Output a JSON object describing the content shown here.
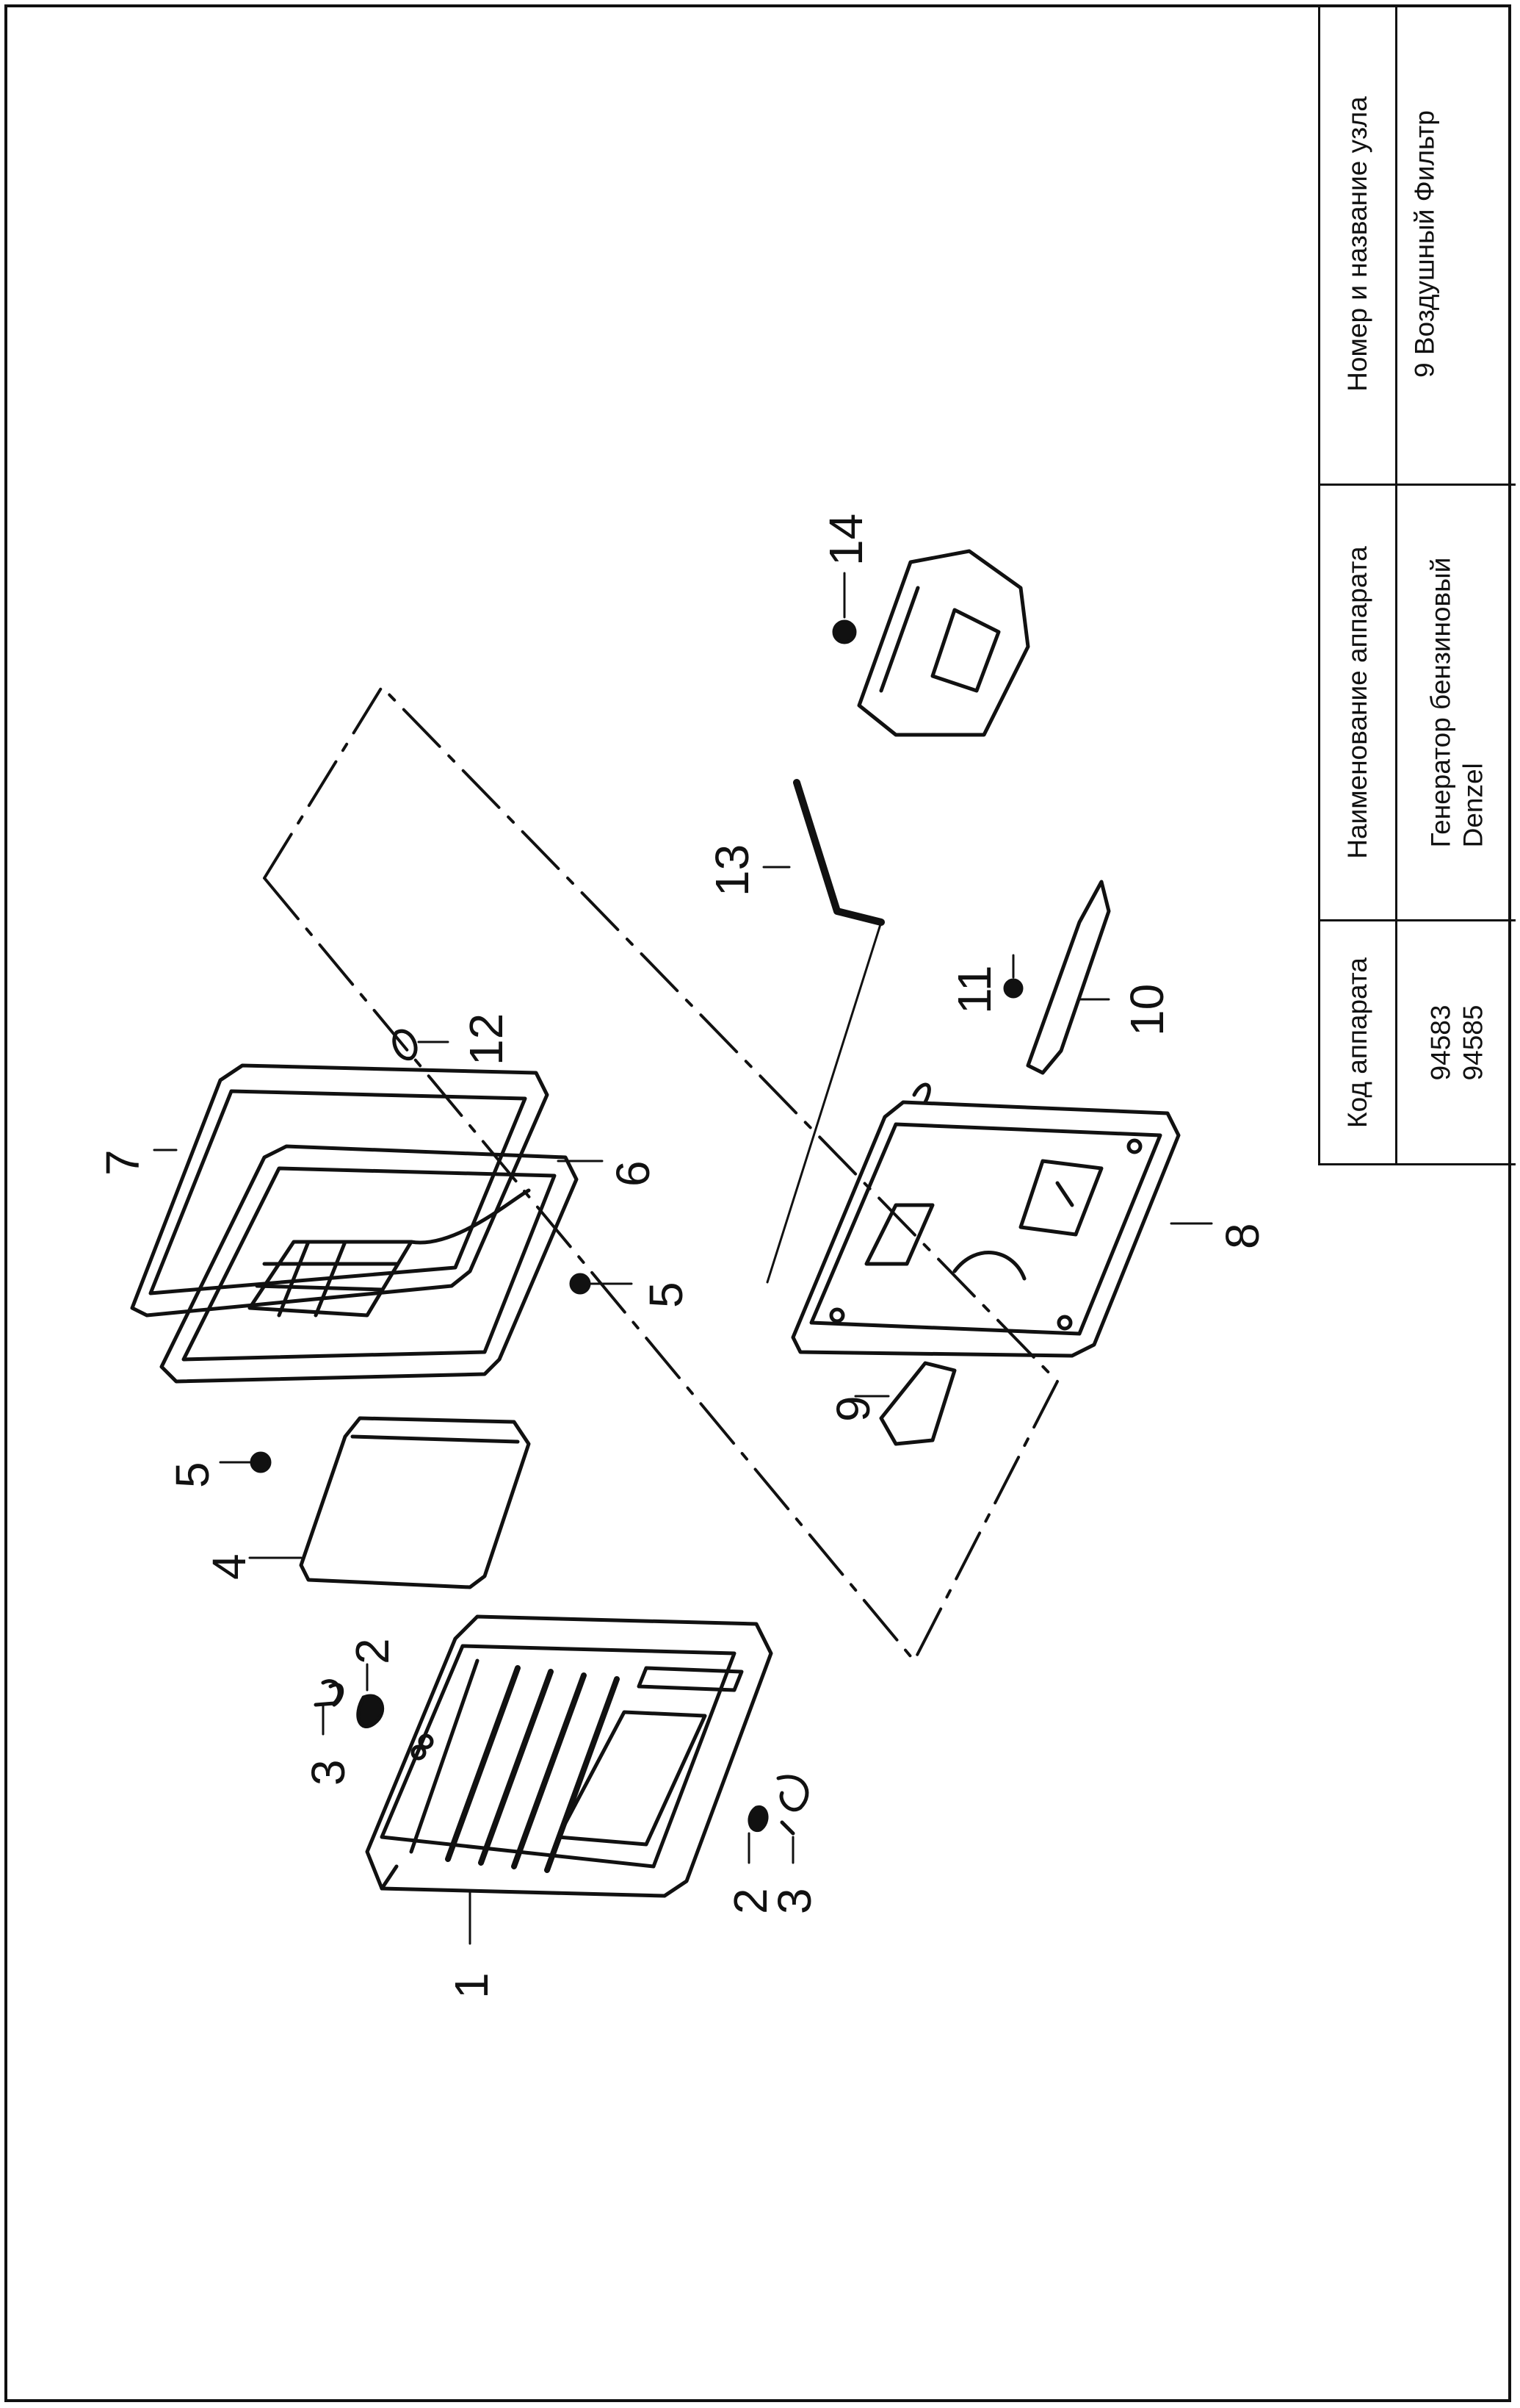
{
  "title_block": {
    "code_header": "Код аппарата",
    "code_values": [
      "94583",
      "94585"
    ],
    "device_header": "Наименование аппарата",
    "device_name_lines": [
      "Генератор бензиновый",
      "Denzel"
    ],
    "assembly_header": "Номер и название узла",
    "assembly_value": "9 Воздушный Фильтр"
  },
  "callouts": [
    "1",
    "2",
    "3",
    "2",
    "3",
    "4",
    "5",
    "5",
    "6",
    "7",
    "8",
    "9",
    "10",
    "11",
    "12",
    "13",
    "14"
  ],
  "line_color": "#111111"
}
